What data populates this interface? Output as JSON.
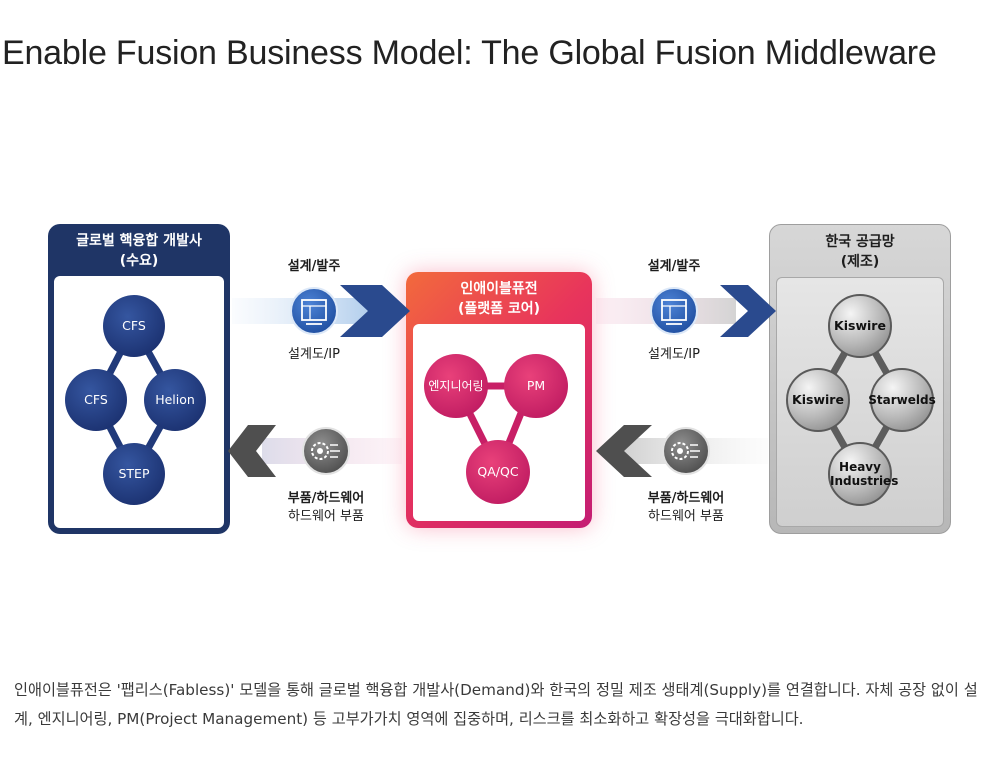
{
  "title": "Enable Fusion Business Model: The Global Fusion Middleware",
  "left_panel": {
    "title_line1": "글로벌 핵융합 개발사",
    "title_line2": "(수요)",
    "nodes": [
      "CFS",
      "CFS",
      "Helion",
      "STEP"
    ]
  },
  "center_panel": {
    "title_line1": "인애이블퓨전",
    "title_line2": "(플랫폼 코어)",
    "nodes": [
      "엔지니어링",
      "PM",
      "QA/QC"
    ]
  },
  "right_panel": {
    "title_line1": "한국 공급망",
    "title_line2": "(제조)",
    "nodes": [
      "Kiswire",
      "Kiswire",
      "Starwelds",
      "Heavy Industries"
    ]
  },
  "flows": {
    "left_top_label": "설계/발주",
    "left_top_sub": "설계도/IP",
    "right_top_label": "설계/발주",
    "right_top_sub": "설계도/IP",
    "left_bottom_label": "부품/하드웨어",
    "left_bottom_sub": "하드웨어 부품",
    "right_bottom_label": "부품/하드웨어",
    "right_bottom_sub": "하드웨어 부품"
  },
  "icons": {
    "blueprint": "blueprint-icon",
    "gear_circuit": "gear-circuit-icon"
  },
  "colors": {
    "navy": "#1f3566",
    "node_blue": "#213a7a",
    "magenta": "#d0246a",
    "gray": "#8a8a8a"
  },
  "caption": "인애이블퓨전은 '팹리스(Fabless)' 모델을 통해 글로벌 핵융합 개발사(Demand)와 한국의 정밀 제조 생태계(Supply)를 연결합니다. 자체 공장 없이 설계, 엔지니어링, PM(Project Management) 등 고부가가치 영역에 집중하며, 리스크를 최소화하고 확장성을 극대화합니다."
}
